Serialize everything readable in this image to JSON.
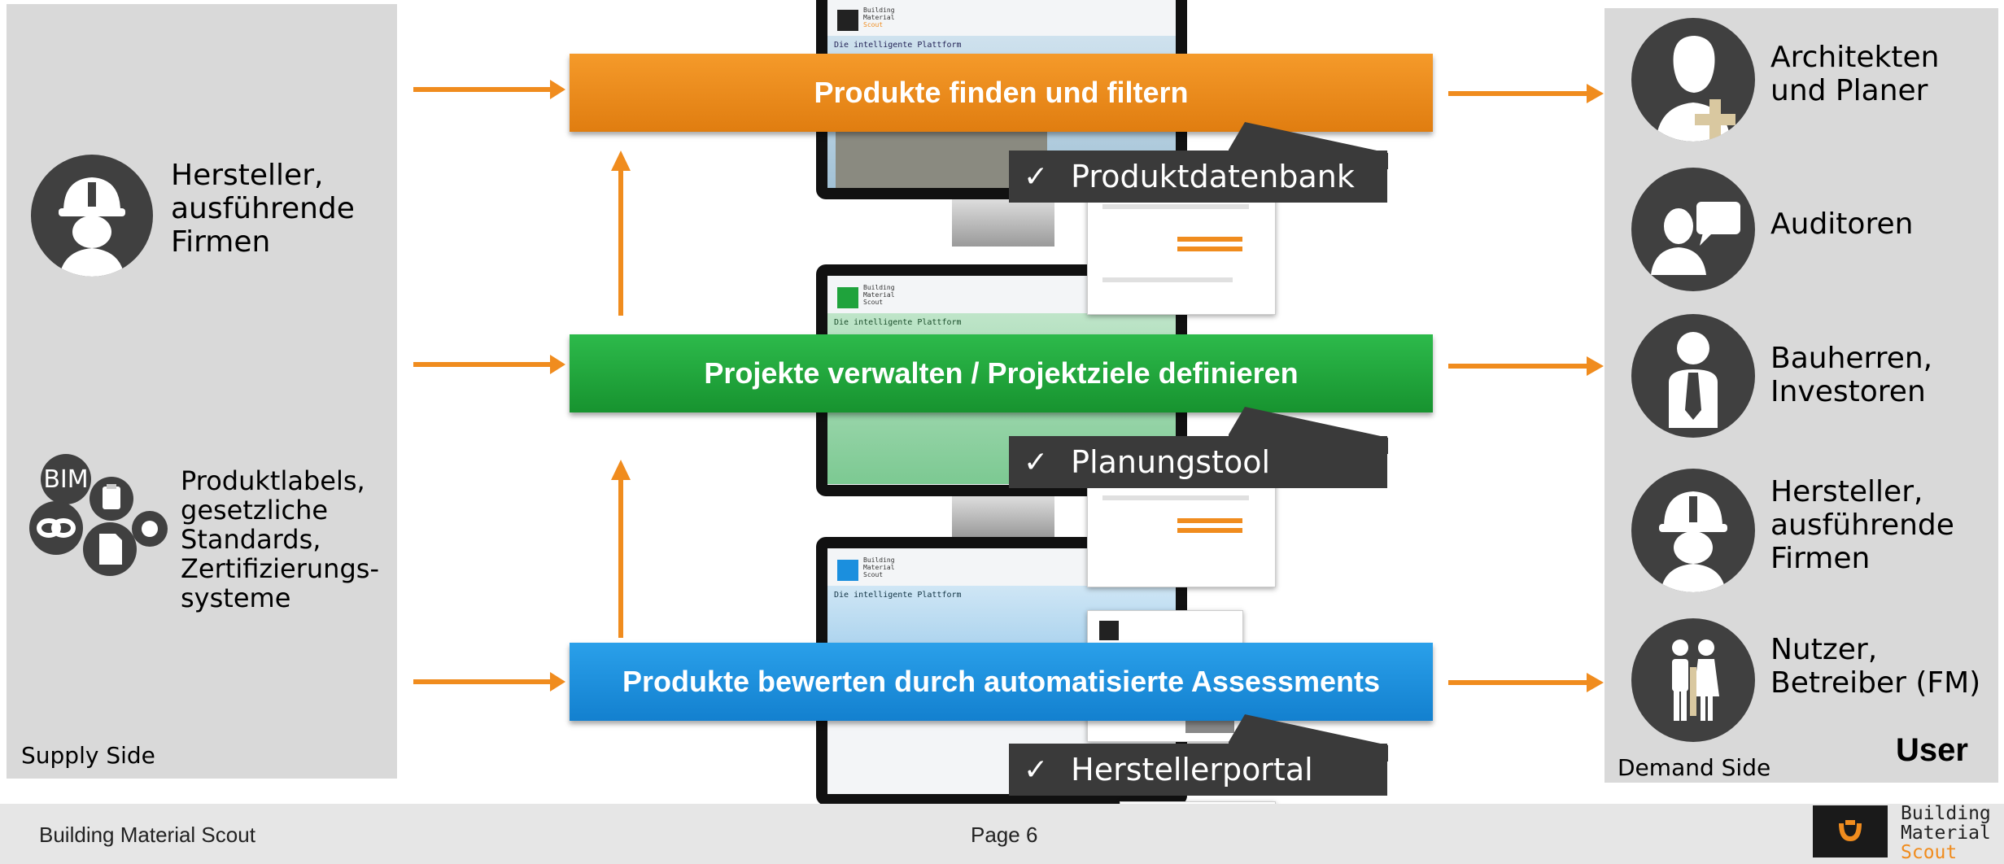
{
  "supply": {
    "side_label": "Supply Side",
    "hersteller": "Hersteller,\nausführende\nFirmen",
    "labels_text": "Produktlabels,\ngesetzliche\nStandards,\nZertifizierungs-\nsysteme",
    "bim": "BIM"
  },
  "banners": {
    "top": "Produkte finden und filtern",
    "mid": "Projekte verwalten / Projektziele definieren",
    "bot": "Produkte bewerten durch automatisierte Assessments"
  },
  "tags": {
    "check": "✓",
    "top": "Produktdatenbank",
    "mid": "Planungstool",
    "bot": "Herstellerportal"
  },
  "screen": {
    "logo_line1": "Building",
    "logo_line2": "Material",
    "logo_line3": "Scout",
    "headline": "Die intelligente Plattform"
  },
  "demand": {
    "side_label": "Demand Side",
    "user": "User",
    "items": [
      {
        "label": "Architekten\nund Planer",
        "icon": "architect-icon"
      },
      {
        "label": "Auditoren",
        "icon": "auditor-icon"
      },
      {
        "label": "Bauherren,\nInvestoren",
        "icon": "investor-icon"
      },
      {
        "label": "Hersteller,\nausführende\nFirmen",
        "icon": "hardhat-worker-icon"
      },
      {
        "label": "Nutzer,\nBetreiber (FM)",
        "icon": "users-family-icon"
      }
    ]
  },
  "footer": {
    "company": "Building Material Scout",
    "page": "Page 6",
    "logo_line1": "Building",
    "logo_line2": "Material",
    "logo_line3": "Scout"
  },
  "colors": {
    "orange": "#f08c1e",
    "green": "#1fa33c",
    "blue": "#1b8fde",
    "panel": "#d9d9d9",
    "icon_dark": "#404040"
  }
}
